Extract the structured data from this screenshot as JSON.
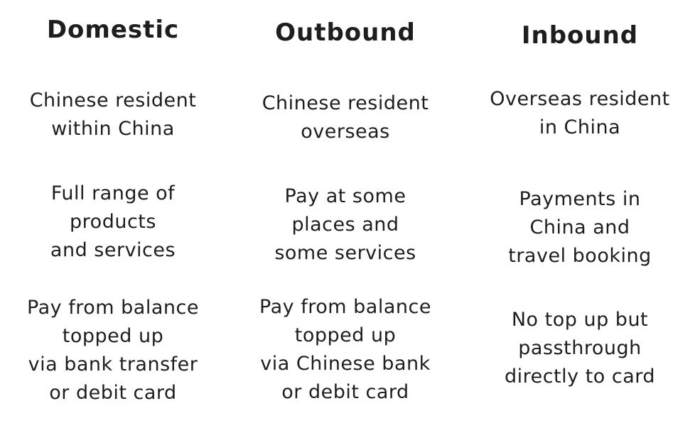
{
  "columns": [
    {
      "heading": "Domestic",
      "residency": [
        "Chinese resident",
        "within China"
      ],
      "scope": [
        "Full range of",
        "products",
        "and services"
      ],
      "funding": [
        "Pay from balance",
        "topped up",
        "via bank transfer",
        "or debit card"
      ]
    },
    {
      "heading": "Outbound",
      "residency": [
        "Chinese resident",
        "overseas"
      ],
      "scope": [
        "Pay at some",
        "places and",
        "some services"
      ],
      "funding": [
        "Pay from balance",
        "topped up",
        "via Chinese bank",
        "or debit card"
      ]
    },
    {
      "heading": "Inbound",
      "residency": [
        "Overseas resident",
        "in China"
      ],
      "scope": [
        "Payments in",
        "China and",
        "travel booking"
      ],
      "funding": [
        "No top up but",
        "passthrough",
        "directly to card"
      ]
    }
  ]
}
